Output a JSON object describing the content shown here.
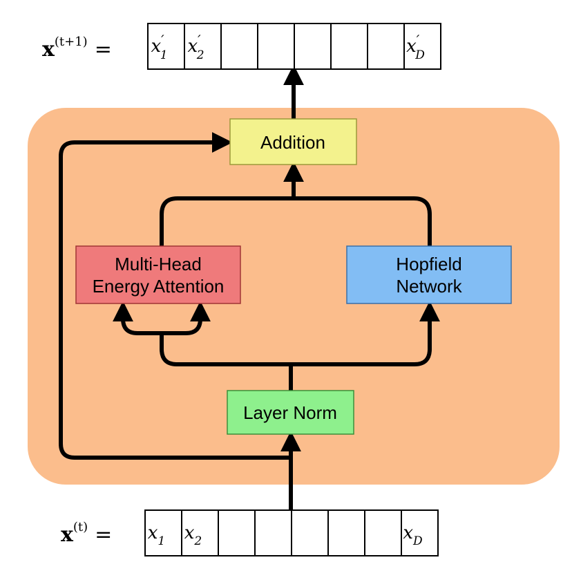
{
  "output_vector": {
    "label_base": "x",
    "label_superscript": "(t+1)",
    "equals": "=",
    "cells": [
      {
        "base": "x",
        "prime": "′",
        "sub": "1"
      },
      {
        "base": "x",
        "prime": "′",
        "sub": "2"
      },
      {
        "base": "",
        "prime": "",
        "sub": ""
      },
      {
        "base": "",
        "prime": "",
        "sub": ""
      },
      {
        "base": "",
        "prime": "",
        "sub": ""
      },
      {
        "base": "",
        "prime": "",
        "sub": ""
      },
      {
        "base": "",
        "prime": "",
        "sub": ""
      },
      {
        "base": "x",
        "prime": "′",
        "sub": "D"
      }
    ]
  },
  "input_vector": {
    "label_base": "x",
    "label_superscript": "(t)",
    "equals": "=",
    "cells": [
      {
        "base": "x",
        "sub": "1"
      },
      {
        "base": "x",
        "sub": "2"
      },
      {
        "base": "",
        "sub": ""
      },
      {
        "base": "",
        "sub": ""
      },
      {
        "base": "",
        "sub": ""
      },
      {
        "base": "",
        "sub": ""
      },
      {
        "base": "",
        "sub": ""
      },
      {
        "base": "x",
        "sub": "D"
      }
    ]
  },
  "blocks": {
    "addition": "Addition",
    "attention_line1": "Multi-Head",
    "attention_line2": "Energy Attention",
    "hopfield_line1": "Hopfield",
    "hopfield_line2": "Network",
    "layer_norm": "Layer Norm"
  },
  "colors": {
    "container": "#fbbd8c",
    "addition": "#f3f28d",
    "attention": "#ef7a7b",
    "hopfield": "#82bdf4",
    "layer_norm": "#8ef08d"
  }
}
